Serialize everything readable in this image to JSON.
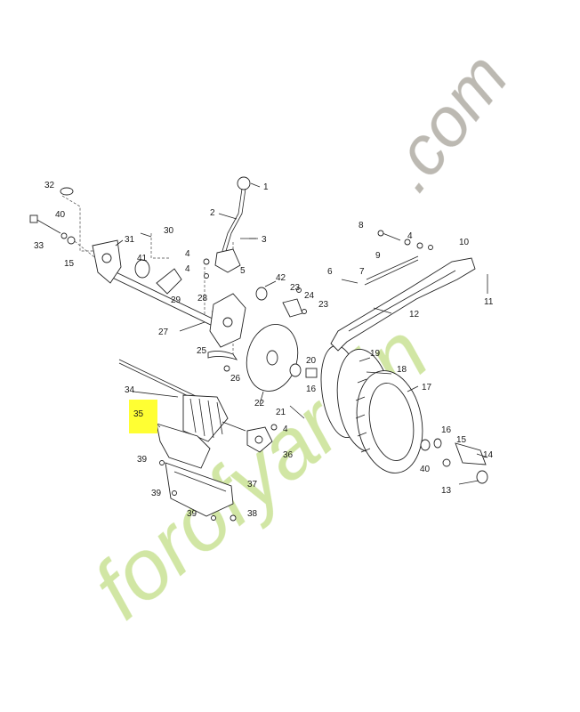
{
  "diagram": {
    "highlight_label": "35",
    "callouts": [
      "1",
      "2",
      "3",
      "4",
      "4",
      "4",
      "4",
      "5",
      "6",
      "7",
      "8",
      "9",
      "10",
      "11",
      "12",
      "13",
      "14",
      "15",
      "15",
      "16",
      "16",
      "17",
      "18",
      "19",
      "20",
      "21",
      "22",
      "23",
      "23",
      "24",
      "25",
      "26",
      "27",
      "28",
      "29",
      "30",
      "31",
      "32",
      "33",
      "34",
      "36",
      "37",
      "38",
      "39",
      "39",
      "39",
      "40",
      "40",
      "41",
      "42"
    ]
  },
  "watermark": {
    "main": "forofyardin",
    "tld": ".com",
    "colors": {
      "green": "#cfe5a0",
      "orange": "#f6c98a",
      "grey": "#b9b6ae"
    }
  },
  "colors": {
    "highlight": "#ffff33",
    "ink": "#222222"
  }
}
